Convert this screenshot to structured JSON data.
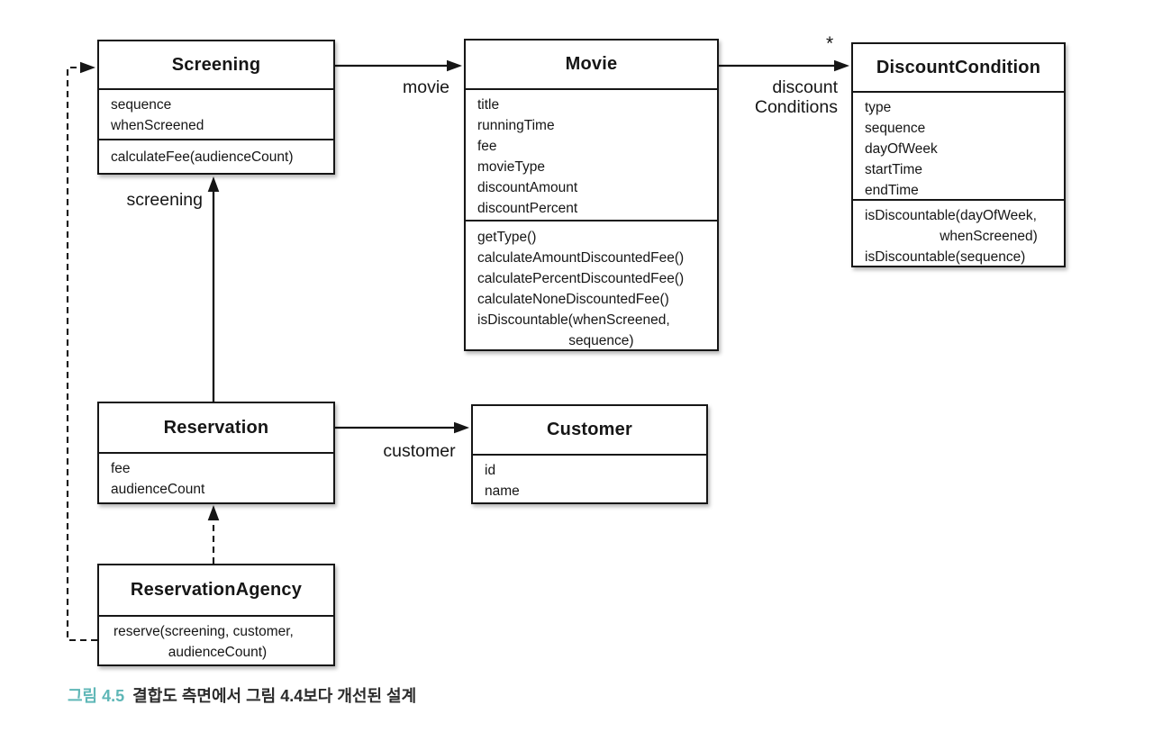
{
  "classes": [
    {
      "name": "Screening",
      "attributes": [
        "sequence",
        "whenScreened"
      ],
      "methods": [
        "calculateFee(audienceCount)"
      ]
    },
    {
      "name": "Movie",
      "attributes": [
        "title",
        "runningTime",
        "fee",
        "movieType",
        "discountAmount",
        "discountPercent"
      ],
      "methods": [
        "getType()",
        "calculateAmountDiscountedFee()",
        "calculatePercentDiscountedFee()",
        "calculateNoneDiscountedFee()",
        "isDiscountable(whenScreened,",
        "sequence)"
      ]
    },
    {
      "name": "DiscountCondition",
      "attributes": [
        "type",
        "sequence",
        "dayOfWeek",
        "startTime",
        "endTime"
      ],
      "methods": [
        "isDiscountable(dayOfWeek,",
        "whenScreened)",
        "isDiscountable(sequence)"
      ]
    },
    {
      "name": "Reservation",
      "attributes": [
        "fee",
        "audienceCount"
      ],
      "methods": []
    },
    {
      "name": "Customer",
      "attributes": [
        "id",
        "name"
      ],
      "methods": []
    },
    {
      "name": "ReservationAgency",
      "attributes": [],
      "methods": [
        "reserve(screening, customer,",
        "audienceCount)"
      ]
    }
  ],
  "edges": {
    "screening_to_movie": {
      "label": "movie"
    },
    "movie_to_discount_condition": {
      "label_line1": "discount",
      "label_line2": "Conditions",
      "multiplicity": "*"
    },
    "reservation_to_screening": {
      "label": "screening"
    },
    "reservation_to_customer": {
      "label": "customer"
    }
  },
  "caption": {
    "figure_label": "그림 4.5",
    "text": "결합도 측면에서 그림 4.4보다 개선된 설계"
  },
  "colors": {
    "line": "#161616",
    "accent_teal": "#5fb7b7",
    "background": "#ffffff"
  }
}
